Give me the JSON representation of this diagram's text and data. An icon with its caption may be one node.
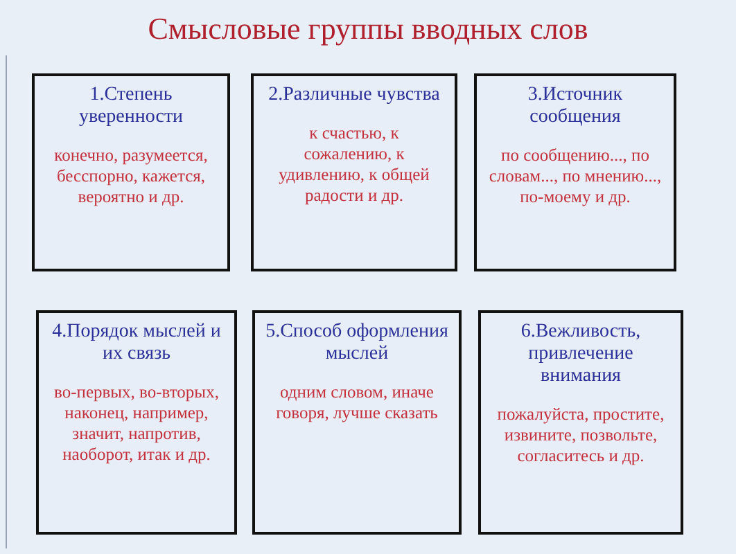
{
  "diagram": {
    "title": "Смысловые группы вводных слов",
    "nodes": [
      {
        "text": [
          "1.Степень уверенности",
          "конечно, разумеется, бесспорно, кажется, вероятно и др."
        ]
      },
      {
        "text": [
          "2.Различные чувства",
          "к счастью, к сожалению, к удивлению, к общей радости и др."
        ]
      },
      {
        "text": [
          "3.Источник сообщения",
          "по сообщению..., по словам..., по мнению..., по-моему и др."
        ]
      },
      {
        "text": [
          "4.Порядок мыслей и их связь",
          "во-первых, во-вторых, наконец, например, значит, напротив, наоборот, итак и др."
        ]
      },
      {
        "text": [
          "5.Способ оформления мыслей",
          "одним словом, иначе говоря, лучше сказать"
        ]
      },
      {
        "text": [
          "6.Вежливость, привлечение внимания",
          "пожалуйста, простите, извините, позвольте, согласитесь и др."
        ]
      }
    ]
  }
}
